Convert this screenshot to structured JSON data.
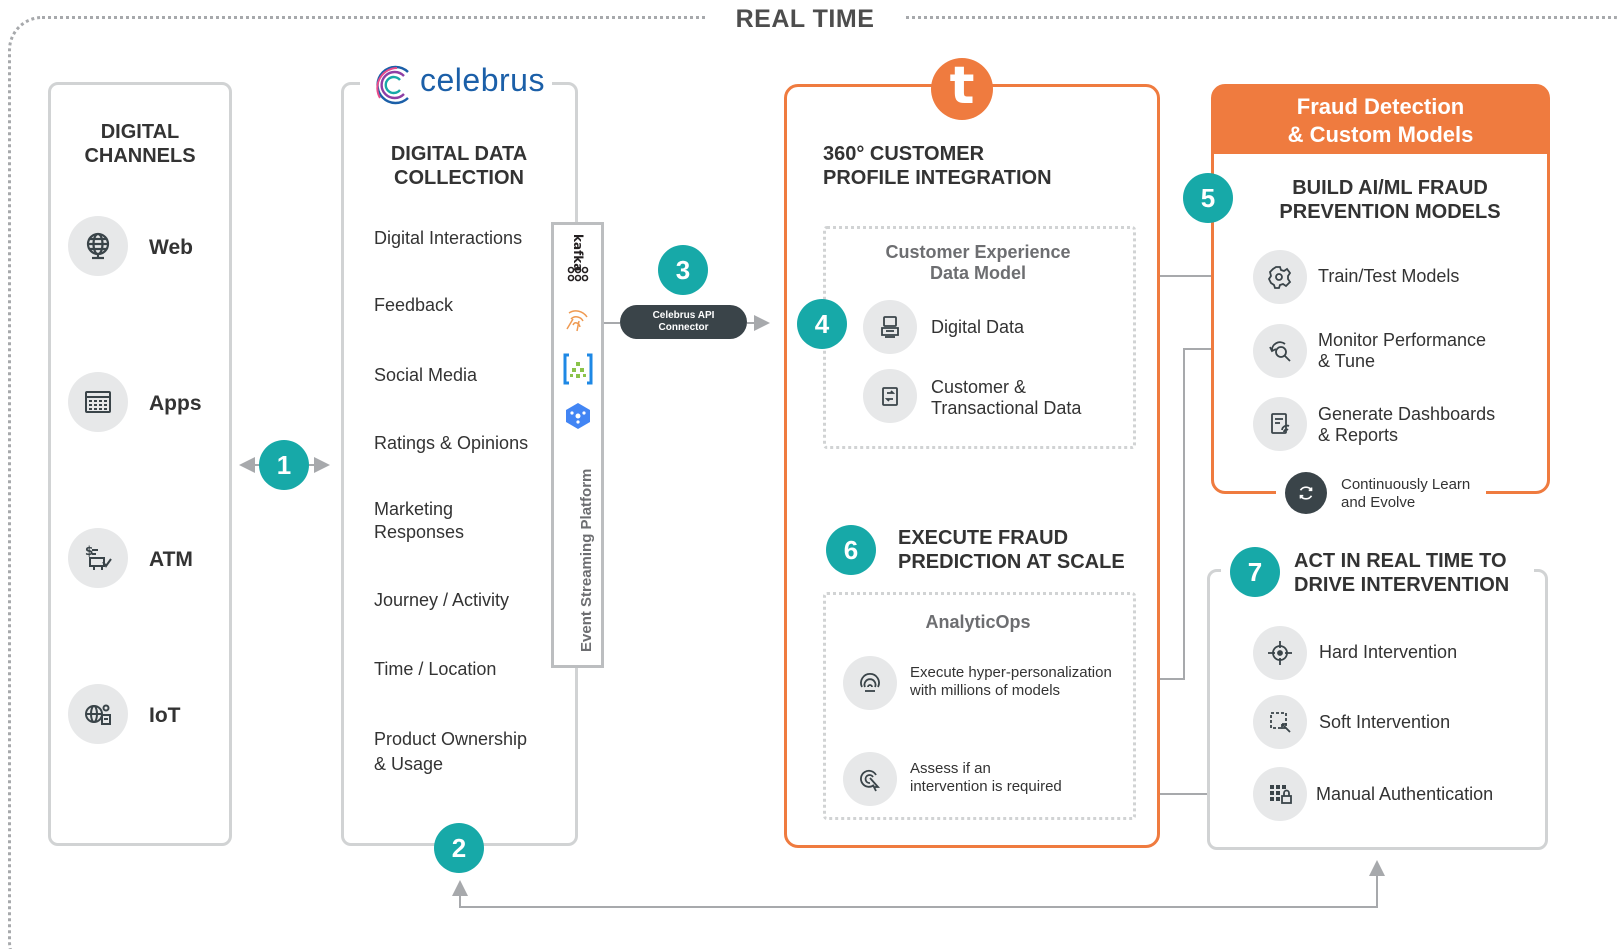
{
  "header": {
    "title": "REAL TIME"
  },
  "digital_channels": {
    "title_line1": "DIGITAL",
    "title_line2": "CHANNELS",
    "items": [
      {
        "label": "Web",
        "icon": "globe-icon"
      },
      {
        "label": "Apps",
        "icon": "app-grid-icon"
      },
      {
        "label": "ATM",
        "icon": "atm-icon"
      },
      {
        "label": "IoT",
        "icon": "iot-icon"
      }
    ]
  },
  "celebrus": {
    "logo_text": "celebrus",
    "title_line1": "DIGITAL DATA",
    "title_line2": "COLLECTION",
    "items": [
      "Digital Interactions",
      "Feedback",
      "Social Media",
      "Ratings & Opinions",
      "Marketing",
      "Responses",
      "Journey / Activity",
      "Time / Location",
      "Product Ownership",
      "& Usage"
    ]
  },
  "streaming": {
    "label": "Event Streaming Platform",
    "kafka_text": "kafka"
  },
  "connector": {
    "line1": "Celebrus API",
    "line2": "Connector"
  },
  "badges": {
    "b1": "1",
    "b2": "2",
    "b3": "3",
    "b4": "4",
    "b5": "5",
    "b6": "6",
    "b7": "7"
  },
  "profile": {
    "logo_letter": "t",
    "title_line1": "360° CUSTOMER",
    "title_line2": "PROFILE INTEGRATION",
    "model_title_line1": "Customer Experience",
    "model_title_line2": "Data Model",
    "digital_data": "Digital Data",
    "customer_line1": "Customer &",
    "customer_line2": "Transactional Data"
  },
  "execute": {
    "title_line1": "EXECUTE FRAUD",
    "title_line2": "PREDICTION AT SCALE",
    "ops_title": "AnalyticOps",
    "hyper_line1": "Execute hyper-personalization",
    "hyper_line2": "with millions of models",
    "assess_line1": "Assess if an",
    "assess_line2": "intervention is required"
  },
  "fraud": {
    "header_line1": "Fraud Detection",
    "header_line2": "& Custom Models",
    "title_line1": "BUILD AI/ML FRAUD",
    "title_line2": "PREVENTION MODELS",
    "train": "Train/Test Models",
    "monitor_line1": "Monitor Performance",
    "monitor_line2": "& Tune",
    "dash_line1": "Generate Dashboards",
    "dash_line2": "& Reports",
    "learn_line1": "Continuously Learn",
    "learn_line2": "and Evolve"
  },
  "act": {
    "title_line1": "ACT IN REAL TIME TO",
    "title_line2": "DRIVE INTERVENTION",
    "hard": "Hard Intervention",
    "soft": "Soft Intervention",
    "manual": "Manual Authentication"
  },
  "colors": {
    "teal": "#17a9a8",
    "orange": "#ef7b3f",
    "dark": "#3a4449",
    "gray": "#d1d3d4"
  }
}
